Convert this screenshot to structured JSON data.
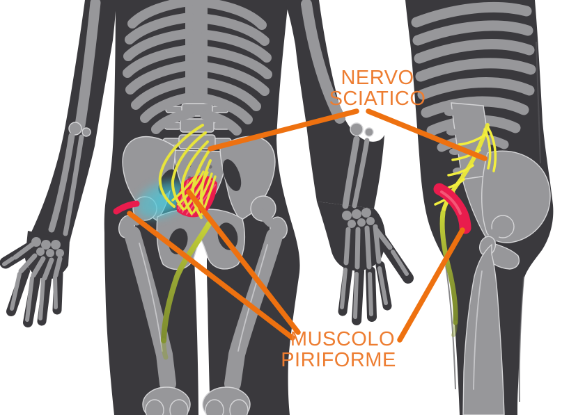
{
  "labels": {
    "sciatic_nerve": {
      "line1": "NERVO",
      "line2": "SCIATICO"
    },
    "piriformis_muscle": {
      "line1": "MUSCOLO",
      "line2": "PIRIFORME"
    }
  },
  "colors": {
    "background": "#ffffff",
    "body_dark": "#3a393d",
    "body_contour": "#57565a",
    "bone_gray": "#97979a",
    "bone_edge": "#d6d6d8",
    "bone_shadow": "#6e6e71",
    "nerve_yellow": "#e7e43c",
    "nerve_bright_yellow": "#f2ee3e",
    "nerve_olive": "#8f9e33",
    "muscle_red": "#e91c4d",
    "muscle_streak": "#f4617e",
    "highlight_cyan": "#46c8da",
    "label_orange": "#ed7d31",
    "leader_orange": "#ee7110"
  }
}
